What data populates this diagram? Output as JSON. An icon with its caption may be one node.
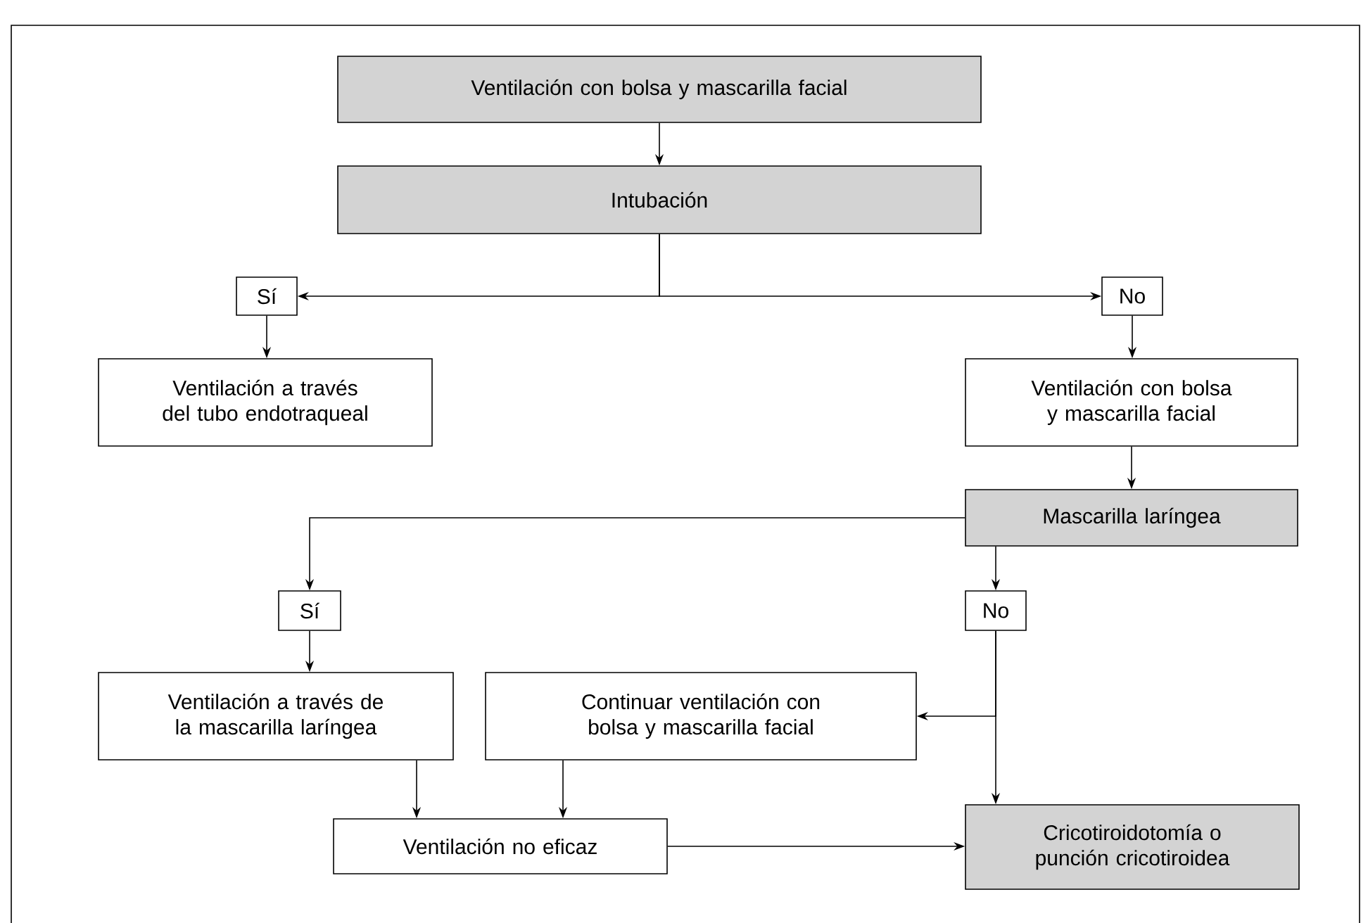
{
  "diagram": {
    "nodes": [
      {
        "text": [
          "Ventilación con bolsa y mascarilla facial"
        ]
      },
      {
        "text": [
          "Intubación"
        ]
      },
      {
        "text": [
          "Sí"
        ]
      },
      {
        "text": [
          "No"
        ]
      },
      {
        "text": [
          "Ventilación a través del tubo endotraqueal"
        ]
      },
      {
        "text": [
          "Ventilación con bolsa y mascarilla facial"
        ]
      },
      {
        "text": [
          "Mascarilla laríngea"
        ]
      },
      {
        "text": [
          "Sí"
        ]
      },
      {
        "text": [
          "No"
        ]
      },
      {
        "text": [
          "Ventilación a través de la mascarilla laríngea"
        ]
      },
      {
        "text": [
          "Continuar ventilación con bolsa y mascarilla facial"
        ]
      },
      {
        "text": [
          "Ventilación no eficaz"
        ]
      },
      {
        "text": [
          "Cricotiroidotomía o punción cricotiroidea"
        ]
      }
    ],
    "edges": [
      {
        "from": 0,
        "to": 1,
        "arrow": "to"
      },
      {
        "from": 1,
        "to": 2,
        "arrow": "to"
      },
      {
        "from": 1,
        "to": 3,
        "arrow": "to"
      },
      {
        "from": 2,
        "to": 4,
        "arrow": "to"
      },
      {
        "from": 3,
        "to": 5,
        "arrow": "to"
      },
      {
        "from": 5,
        "to": 6,
        "arrow": "to"
      },
      {
        "from": 6,
        "to": 7,
        "arrow": "to"
      },
      {
        "from": 6,
        "to": 8,
        "arrow": "to"
      },
      {
        "from": 8,
        "to": 10,
        "arrow": "to"
      },
      {
        "from": 8,
        "to": 12,
        "arrow": "to"
      },
      {
        "from": 9,
        "to": 11,
        "arrow": "to"
      },
      {
        "from": 10,
        "to": 11,
        "arrow": "to"
      },
      {
        "from": 11,
        "to": 12,
        "arrow": "to"
      },
      {
        "from": 7,
        "to": 9,
        "arrow": "to"
      }
    ]
  }
}
